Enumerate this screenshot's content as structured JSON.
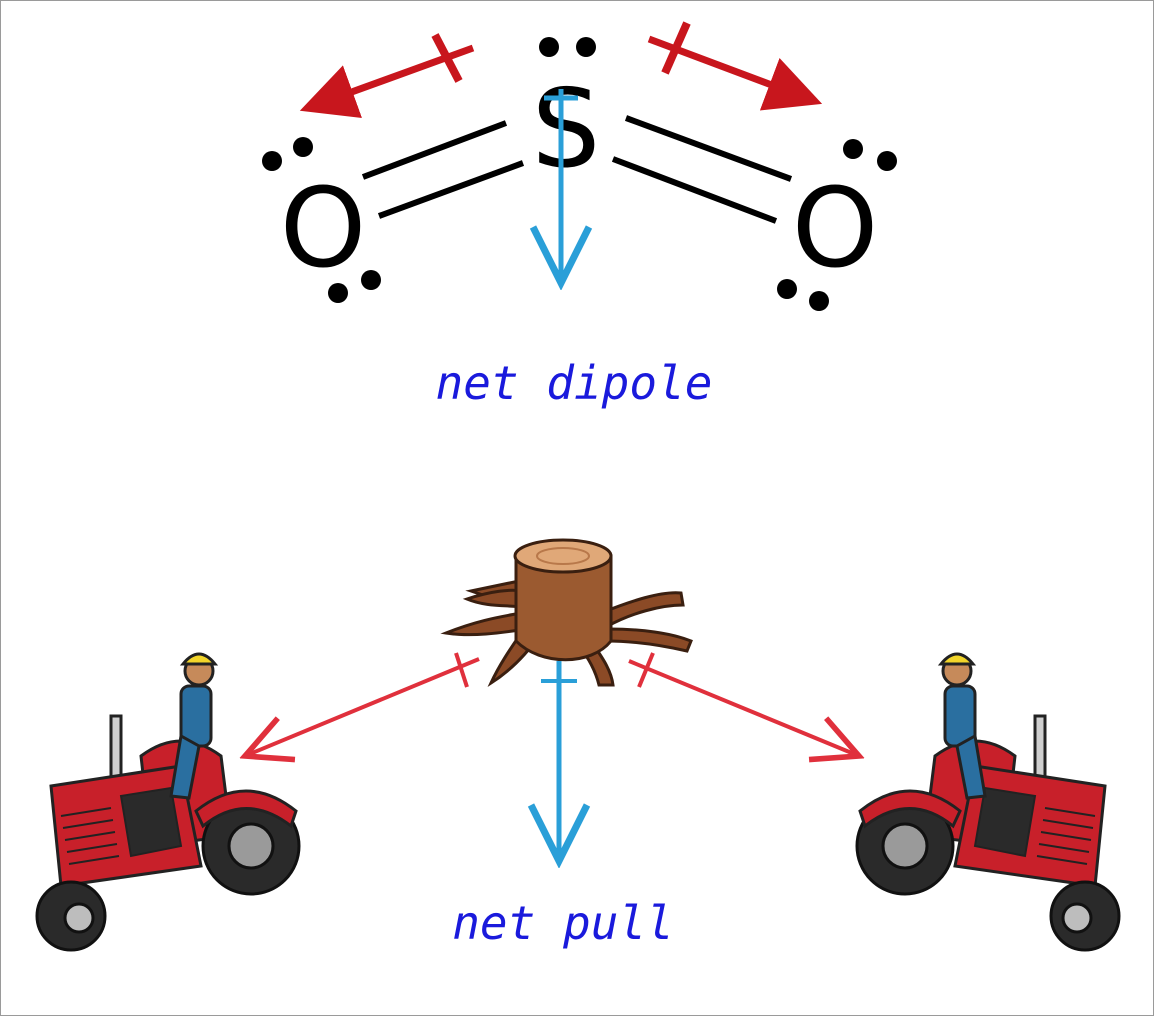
{
  "molecule": {
    "central_atom": "S",
    "left_atom": "O",
    "right_atom": "O"
  },
  "captions": {
    "top": "net dipole",
    "bottom": "net pull"
  },
  "icons": {
    "bond_dipole_arrow": "crossed-arrow-icon",
    "net_arrow": "down-arrow-icon",
    "stump": "tree-stump-icon",
    "tractor": "tractor-icon"
  },
  "colors": {
    "bond_dipole": "#c8161d",
    "rope": "#e0303c",
    "net_arrow": "#2a9fd8",
    "caption": "#1a1adc",
    "tractor_body": "#c8202a",
    "stump": "#8b4a26"
  }
}
